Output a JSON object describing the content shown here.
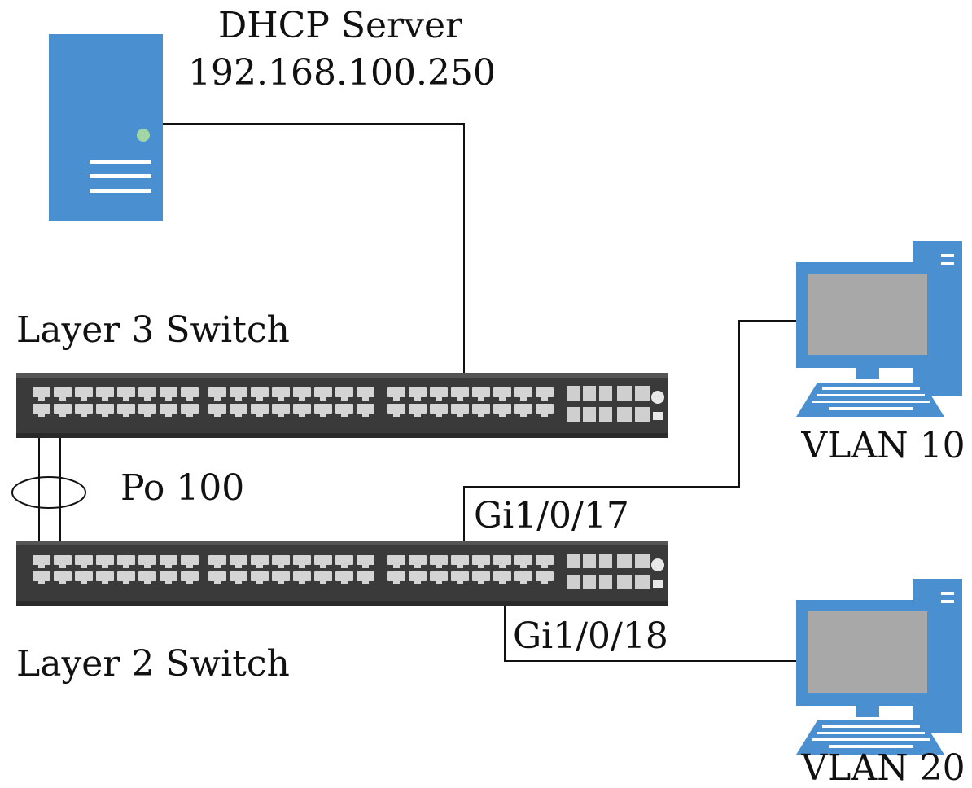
{
  "colors": {
    "device_blue": "#4a90d0",
    "screen_gray": "#a8a8a8",
    "switch_body": "#3a3a3a",
    "port_light": "#d4d4d4",
    "wire": "#111111"
  },
  "icons": [
    "server-icon",
    "switch-icon",
    "desktop-computer-icon"
  ],
  "labels": {
    "dhcp_server_title": "DHCP Server",
    "dhcp_server_ip": "192.168.100.250",
    "layer3_switch": "Layer 3 Switch",
    "layer2_switch": "Layer 2 Switch",
    "port_channel": "Po 100",
    "port_17": "Gi1/0/17",
    "port_18": "Gi1/0/18",
    "vlan10": "VLAN 10",
    "vlan20": "VLAN 20"
  }
}
